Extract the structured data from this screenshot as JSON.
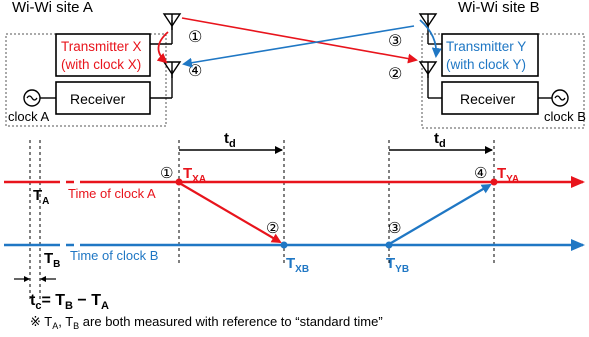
{
  "site_a": {
    "title": "Wi-Wi site A",
    "transmitter_line1": "Transmitter X",
    "transmitter_line2": "(with clock X)",
    "receiver": "Receiver",
    "clock": "clock A"
  },
  "site_b": {
    "title": "Wi-Wi site B",
    "transmitter_line1": "Transmitter Y",
    "transmitter_line2": "(with clock Y)",
    "receiver": "Receiver",
    "clock": "clock B"
  },
  "steps": {
    "s1": "①",
    "s2": "②",
    "s3": "③",
    "s4": "④"
  },
  "timeline": {
    "clock_a_label": "Time of clock A",
    "clock_b_label": "Time of clock B",
    "td_base": "t",
    "td_sub": "d",
    "ta_base": "T",
    "ta_sub": "A",
    "tb_base": "T",
    "tb_sub": "B",
    "txa_base": "T",
    "txa_sub": "XA",
    "txb_base": "T",
    "txb_sub": "XB",
    "tyb_base": "T",
    "tyb_sub": "YB",
    "tya_base": "T",
    "tya_sub": "YA",
    "tc_base": "t",
    "tc_sub": "c",
    "tc_eq": "= T",
    "tc_eq_sub1": "B",
    "tc_minus": " − T",
    "tc_eq_sub2": "A"
  },
  "footnote": {
    "mark": "※ T",
    "sub_a": "A",
    "comma": ", T",
    "sub_b": "B",
    "rest": " are both measured with reference to “standard time”"
  },
  "colors": {
    "red": "#e8141c",
    "blue": "#1f77c4",
    "black": "#000000"
  }
}
